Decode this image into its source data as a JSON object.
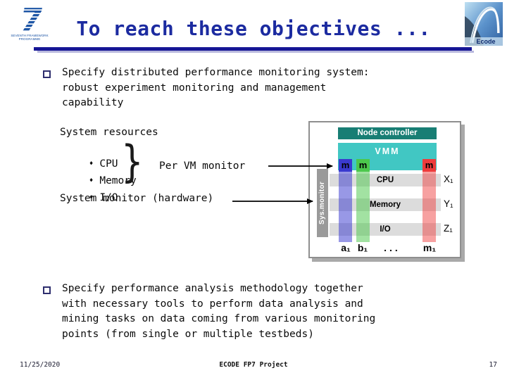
{
  "slide": {
    "title": "To reach these objectives ...",
    "footer": {
      "date": "11/25/2020",
      "project": "ECODE FP7 Project",
      "page": "17"
    },
    "logos": {
      "fp7_digit": "7",
      "fp7_caption_1": "SEVENTH FRAMEWORK",
      "fp7_caption_2": "PROGRAMME",
      "ecode": "Ecode"
    }
  },
  "bullet1": {
    "lines": [
      "Specify distributed performance monitoring system:",
      "robust experiment monitoring and management",
      "capability"
    ]
  },
  "bullet2": {
    "lines": [
      "Specify performance analysis methodology together",
      "with necessary tools to perform data analysis and",
      "mining tasks on data coming from various monitoring",
      "points (from single or multiple testbeds)"
    ]
  },
  "left_block": {
    "heading": "System resources",
    "item_bullet": "♦",
    "items": [
      "CPU",
      "Memory",
      "I/O"
    ],
    "brace": "}",
    "vm_label": "Per VM monitor",
    "hw_label": "System monitor (hardware)"
  },
  "diagram": {
    "node_controller": "Node controller",
    "vmm": "VMM",
    "m_labels": [
      "m",
      "m",
      "m"
    ],
    "rows": [
      {
        "label": "CPU",
        "value": "X₁"
      },
      {
        "label": "Memory",
        "value": "Y₁"
      },
      {
        "label": "I/O",
        "value": "Z₁"
      }
    ],
    "sys_monitor": "Sys.monitor",
    "bottom_labels": [
      "a₁",
      "b₁",
      "...",
      "m₁"
    ]
  },
  "colors": {
    "title_blue": "#1C2BA0",
    "rule_navy": "#161695",
    "rule_lavender": "#B9B9DE",
    "node_controller_teal": "#187E74",
    "vmm_teal": "#41C7C3",
    "monitor_blue": "#3A3ACF",
    "monitor_green": "#4CC84C",
    "monitor_red": "#EE3B3B",
    "column_blue": "#9595DE",
    "column_green": "#9FDE9F",
    "column_red": "#F2A3A3",
    "bar_gray": "#DCDCDC",
    "sys_monitor_gray": "#9A9A9A"
  }
}
